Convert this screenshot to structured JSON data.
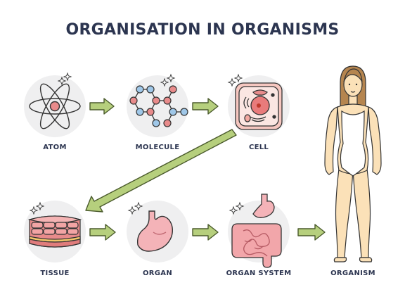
{
  "title": "ORGANISATION IN ORGANISMS",
  "stages": [
    {
      "label": "ATOM",
      "icon": "atom-icon"
    },
    {
      "label": "MOLECULE",
      "icon": "molecule-icon"
    },
    {
      "label": "CELL",
      "icon": "cell-icon"
    },
    {
      "label": "TISSUE",
      "icon": "tissue-icon"
    },
    {
      "label": "ORGAN",
      "icon": "stomach-icon"
    },
    {
      "label": "ORGAN SYSTEM",
      "icon": "digestive-system-icon"
    },
    {
      "label": "ORGANISM",
      "icon": "human-body-icon"
    }
  ],
  "colors": {
    "title": "#2c3550",
    "arrow_fill": "#b6cf7d",
    "arrow_stroke": "#4a5a2c",
    "circle_bg": "#efeff0",
    "tissue_pink": "#f0a7a7",
    "organ_pink": "#f4b3b8",
    "skin": "#fbe1b8",
    "hair": "#b5854f"
  }
}
